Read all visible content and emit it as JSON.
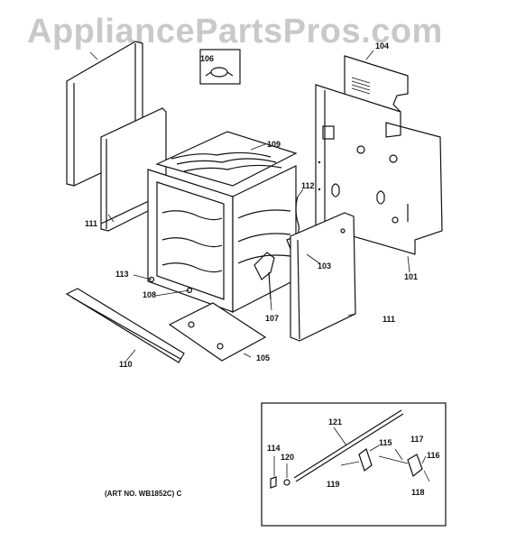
{
  "watermark": "AppliancePartsPros.com",
  "art_number": "(ART NO. WB1852C) C",
  "callouts": {
    "p101": "101",
    "p103": "103",
    "p104": "104",
    "p105": "105",
    "p106": "106",
    "p107": "107",
    "p108": "108",
    "p109": "109",
    "p110": "110",
    "p111_left": "111",
    "p111_right": "111",
    "p112": "112",
    "p113": "113",
    "p114": "114",
    "p115": "115",
    "p116": "116",
    "p117": "117",
    "p118": "118",
    "p119": "119",
    "p120": "120",
    "p121": "121"
  }
}
